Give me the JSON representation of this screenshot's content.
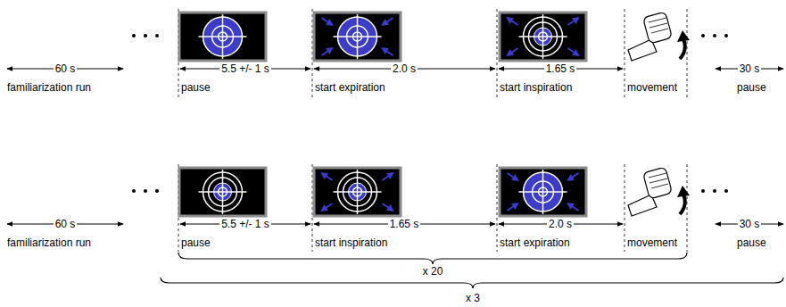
{
  "diagram": {
    "labels": [
      "60 s",
      "familiarization run",
      "5.5 +/- 1 s",
      "2.0 s",
      "1.65 s",
      "pause",
      "start expiration",
      "start inspiration",
      "movement",
      "30 s",
      "pause",
      "60 s",
      "familiarization run",
      "5.5 +/- 1 s",
      "1.65 s",
      "2.0 s",
      "pause",
      "start inspiration",
      "start expiration",
      "movement",
      "30 s",
      "pause",
      "x 20",
      "x 3"
    ]
  }
}
